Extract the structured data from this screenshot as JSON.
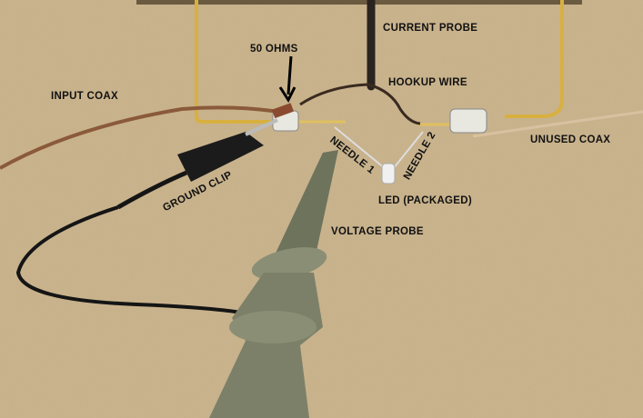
{
  "labels": {
    "current_probe": "CURRENT PROBE",
    "fifty_ohms": "50 OHMS",
    "hookup_wire": "HOOKUP WIRE",
    "input_coax": "INPUT COAX",
    "unused_coax": "UNUSED COAX",
    "needle_1": "NEEDLE 1",
    "needle_2": "NEEDLE 2",
    "ground_clip": "GROUND CLIP",
    "led": "LED (PACKAGED)",
    "voltage_probe": "VOLTAGE PROBE"
  },
  "colors": {
    "background": "#c9b38c",
    "brass": "#d8b040",
    "probe_gray": "#7c8068",
    "label_text": "#111111"
  }
}
